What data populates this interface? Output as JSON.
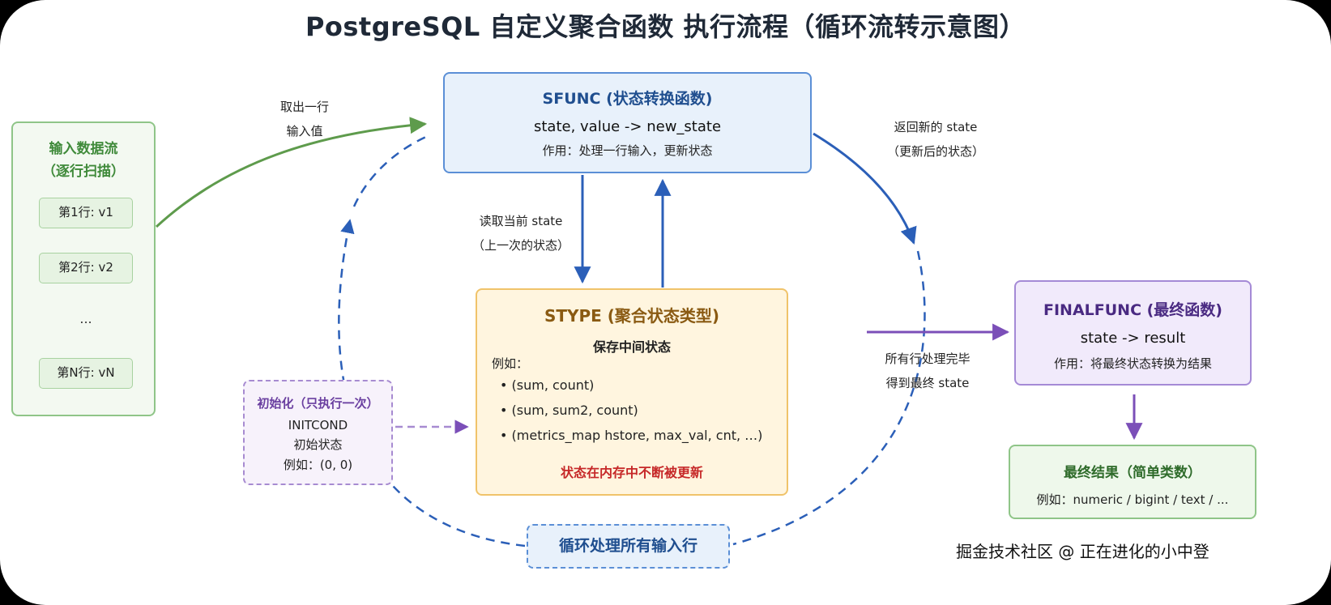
{
  "title": "PostgreSQL 自定义聚合函数 执行流程（循环流转示意图）",
  "input": {
    "heading_line1": "输入数据流",
    "heading_line2": "（逐行扫描）",
    "rows": [
      "第1行: v1",
      "第2行: v2",
      "...",
      "第N行: vN"
    ]
  },
  "edge_labels": {
    "take_row_1": "取出一行",
    "take_row_2": "输入值",
    "return_state_1": "返回新的 state",
    "return_state_2": "（更新后的状态）",
    "read_state_1": "读取当前 state",
    "read_state_2": "（上一次的状态）",
    "all_done_1": "所有行处理完毕",
    "all_done_2": "得到最终 state"
  },
  "sfunc": {
    "heading": "SFUNC (状态转换函数)",
    "formula": "state, value -> new_state",
    "desc": "作用：处理一行输入，更新状态"
  },
  "stype": {
    "heading": "STYPE (聚合状态类型)",
    "subtitle": "保存中间状态",
    "example_label": "例如：",
    "examples": [
      "• (sum, count)",
      "• (sum, sum2, count)",
      "• (metrics_map hstore, max_val, cnt, …)"
    ],
    "note": "状态在内存中不断被更新"
  },
  "initcond": {
    "heading": "初始化（只执行一次）",
    "name": "INITCOND",
    "desc": "初始状态",
    "example": "例如：(0,  0)"
  },
  "finalfunc": {
    "heading": "FINALFUNC (最终函数)",
    "formula": "state -> result",
    "desc": "作用：将最终状态转换为结果"
  },
  "result": {
    "heading": "最终结果（简单类数）",
    "example": "例如：numeric / bigint / text / ..."
  },
  "loop": {
    "label": "循环处理所有输入行"
  },
  "watermark": "掘金技术社区 @ 正在进化的小中登",
  "colors": {
    "green": "#5e9b4c",
    "blue": "#2b5fb8",
    "purple": "#7b4fb8",
    "orange": "#f0c36a"
  }
}
